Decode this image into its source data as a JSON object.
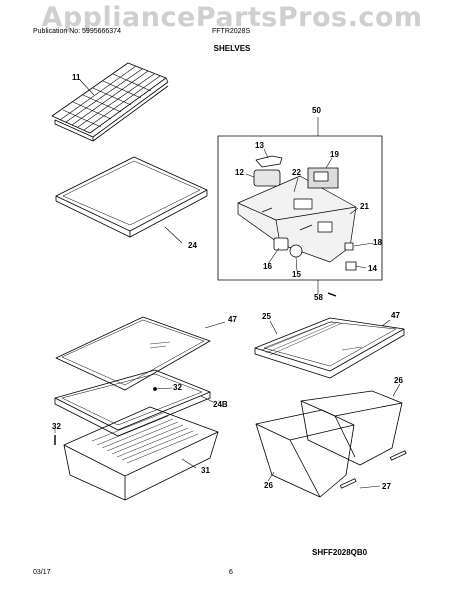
{
  "watermark": "AppliancePartsPros.com",
  "header": {
    "publication": "Publication No: 5995666374",
    "model": "FFTR2028S"
  },
  "title": "SHELVES",
  "labels": {
    "p11": "11",
    "p24": "24",
    "p50": "50",
    "p13": "13",
    "p19": "19",
    "p12": "12",
    "p22": "22",
    "p21": "21",
    "p18": "18",
    "p16": "16",
    "p15": "15",
    "p14": "14",
    "p58": "58",
    "p47a": "47",
    "p32a": "32",
    "p24b": "24B",
    "p32b": "32",
    "p31": "31",
    "p25": "25",
    "p47b": "47",
    "p26a": "26",
    "p26b": "26",
    "p27": "27"
  },
  "drawing_code": "SHFF2028QB0",
  "footer": {
    "date": "03/17",
    "page": "6"
  }
}
